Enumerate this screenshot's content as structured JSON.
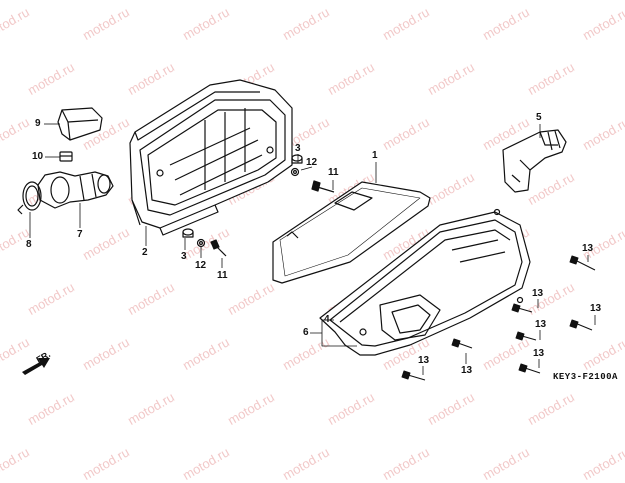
{
  "watermark": "motod.ru",
  "diagram_code": "KEY3-F2100A",
  "direction_label": "FR.",
  "callouts": {
    "n1": "1",
    "n2": "2",
    "n3a": "3",
    "n3b": "3",
    "n4": "4",
    "n5": "5",
    "n6": "6",
    "n7": "7",
    "n8": "8",
    "n9": "9",
    "n10": "10",
    "n11a": "11",
    "n11b": "11",
    "n12a": "12",
    "n12b": "12",
    "n13a": "13",
    "n13b": "13",
    "n13c": "13",
    "n13d": "13",
    "n13e": "13",
    "n13f": "13",
    "n13g": "13"
  }
}
